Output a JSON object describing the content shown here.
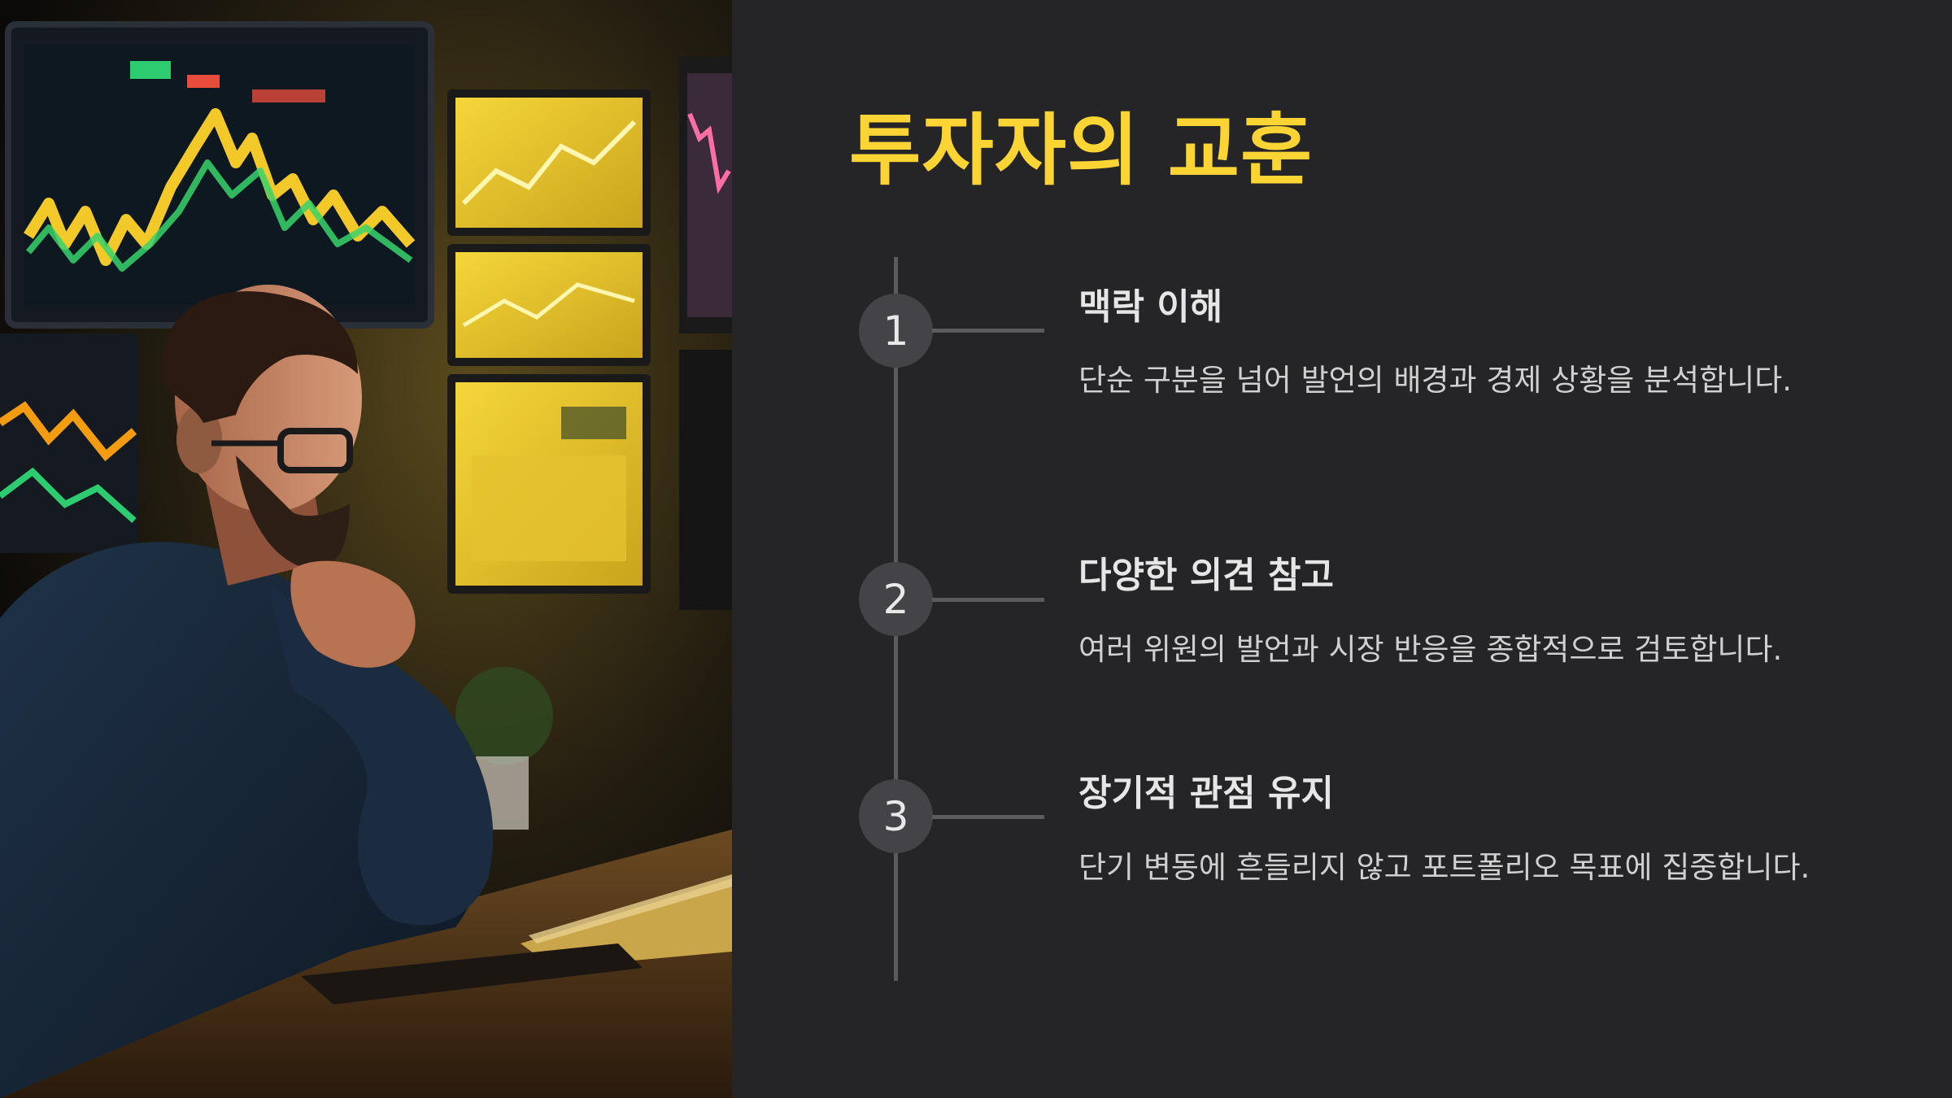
{
  "slide": {
    "title": "투자자의 교훈",
    "steps": [
      {
        "number": "1",
        "heading": "맥락 이해",
        "description": "단순 구분을 넘어 발언의 배경과 경제 상황을 분석합니다."
      },
      {
        "number": "2",
        "heading": "다양한 의견 참고",
        "description": "여러 위원의 발언과 시장 반응을 종합적으로 검토합니다."
      },
      {
        "number": "3",
        "heading": "장기적 관점 유지",
        "description": "단기 변동에 흔들리지 않고 포트폴리오 목표에 집중합니다."
      }
    ]
  },
  "colors": {
    "background": "#252427",
    "accent": "#fcd535",
    "heading": "#e6e6e6",
    "body_text": "#d0d0d0",
    "timeline": "#5b5a5e",
    "step_circle": "#444347"
  },
  "image": {
    "subject": "man-watching-trading-monitors-photo"
  }
}
